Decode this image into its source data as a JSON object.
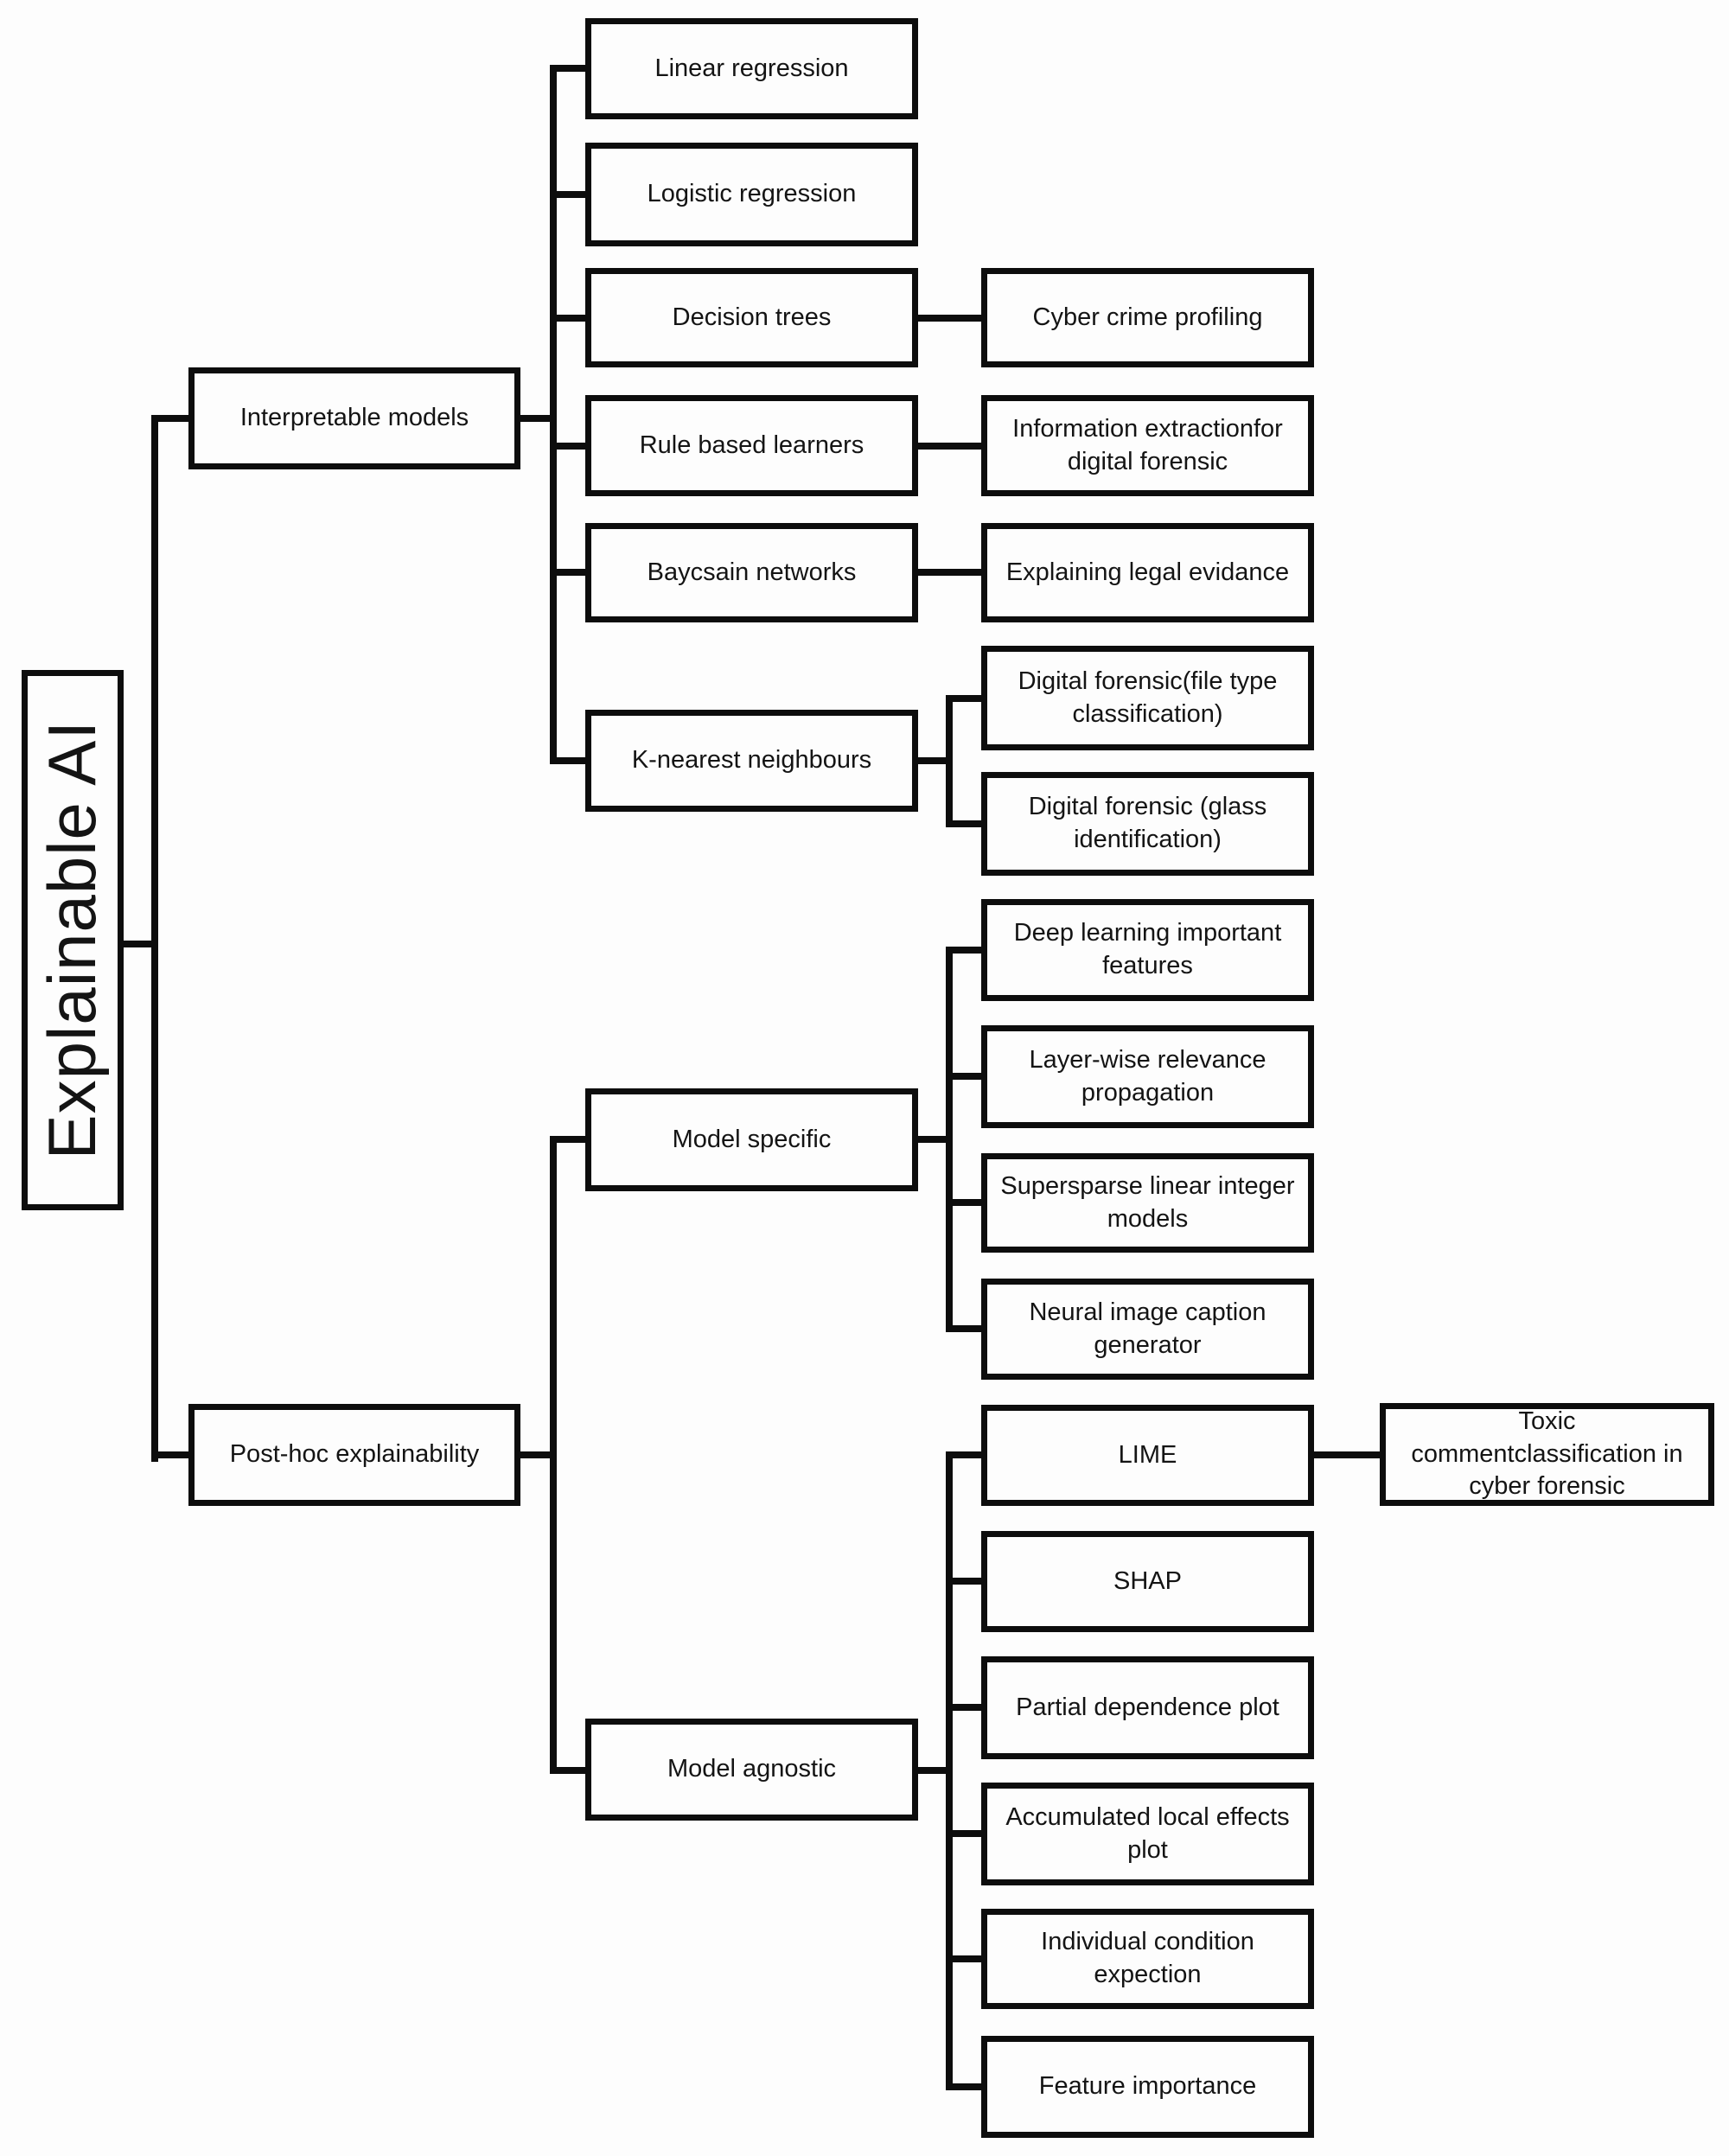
{
  "style": {
    "page_bg": "#fdfdfd",
    "box_fill": "#fdfdfd",
    "line_color": "#0d0d0d",
    "text_color": "#141414"
  },
  "root": {
    "label": "Explainable AI"
  },
  "branches": [
    {
      "label": "Interpretable models",
      "children": [
        {
          "label": "Linear regression"
        },
        {
          "label": "Logistic regression"
        },
        {
          "label": "Decision trees",
          "children": [
            {
              "label": "Cyber crime profiling"
            }
          ]
        },
        {
          "label": "Rule based learners",
          "children": [
            {
              "label": "Information extractionfor digital forensic"
            }
          ]
        },
        {
          "label": "Baycsain networks",
          "children": [
            {
              "label": "Explaining legal evidance"
            }
          ]
        },
        {
          "label": "K-nearest neighbours",
          "children": [
            {
              "label": "Digital forensic(file type classification)"
            },
            {
              "label": "Digital forensic (glass identification)"
            }
          ]
        }
      ]
    },
    {
      "label": "Post-hoc explainability",
      "children": [
        {
          "label": "Model specific",
          "children": [
            {
              "label": "Deep learning important features"
            },
            {
              "label": "Layer-wise relevance propagation"
            },
            {
              "label": "Supersparse linear integer models"
            },
            {
              "label": "Neural image caption generator"
            }
          ]
        },
        {
          "label": "Model agnostic",
          "children": [
            {
              "label": "LIME",
              "children": [
                {
                  "label": "Toxic commentclassification in cyber forensic"
                }
              ]
            },
            {
              "label": "SHAP"
            },
            {
              "label": "Partial dependence plot"
            },
            {
              "label": "Accumulated local effects plot"
            },
            {
              "label": "Individual condition expection"
            },
            {
              "label": "Feature importance"
            }
          ]
        }
      ]
    }
  ]
}
